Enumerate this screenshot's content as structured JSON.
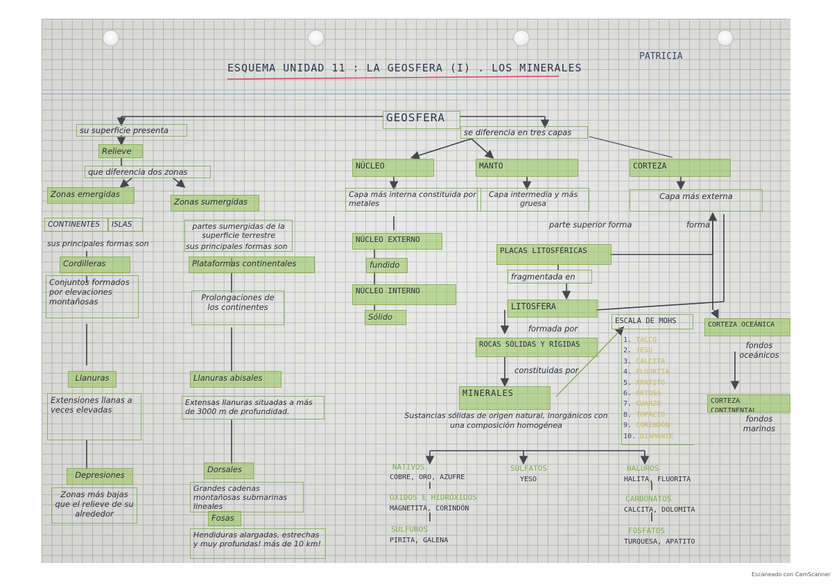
{
  "header": {
    "title": "ESQUEMA UNIDAD 11 : LA GEOSFERA (I) . LOS MINERALES",
    "author": "PATRICIA"
  },
  "footer": {
    "watermark": "Escaneado con CamScanner"
  },
  "root": "GEOSFERA",
  "left": {
    "superficie": "su superficie presenta",
    "relieve": "Relieve",
    "diferencia": "que diferencia dos zonas",
    "emergidas": {
      "title": "Zonas emergidas",
      "continentes": "CONTINENTES",
      "islas": "ISLAS",
      "formas": "sus principales formas son",
      "cordilleras": "Cordilleras",
      "cordilleras_desc": "Conjuntos formados por elevaciones montañosas",
      "llanuras": "Llanuras",
      "llanuras_desc": "Extensiones llanas a veces elevadas",
      "depresiones": "Depresiones",
      "depresiones_desc": "Zonas más bajas que el relieve de su alrededor"
    },
    "sumergidas": {
      "title": "Zonas sumergidas",
      "partes": "partes sumergidas de la superficie terrestre",
      "formas": "sus principales formas son",
      "plataformas": "Plataformas continentales",
      "plataformas_desc": "Prolongaciones de los continentes",
      "abisales": "Llanuras abisales",
      "abisales_desc": "Extensas llanuras situadas a más de 3000 m de profundidad.",
      "dorsales": "Dorsales",
      "dorsales_desc": "Grandes cadenas montañosas submarinas lineales",
      "fosas": "Fosas",
      "fosas_desc": "Hendiduras alargadas, estrechas y muy profundas! más de 10 km!"
    }
  },
  "capas": {
    "label": "se diferencia en tres capas",
    "nucleo": "NÚCLEO",
    "nucleo_desc": "Capa más interna constituida por metales",
    "nucleo_ext": "NÚCLEO EXTERNO",
    "fundido": "fundido",
    "nucleo_int": "NÚCLEO INTERNO",
    "solido": "Sólido",
    "manto": "MANTO",
    "manto_desc": "Capa intermedia y más gruesa",
    "corteza": "CORTEZA",
    "corteza_desc": "Capa más externa",
    "parte_superior": "parte superior forma",
    "forma": "forma",
    "placas": "PLACAS LITOSFÉRICAS",
    "fragmentada": "fragmentada en",
    "litosfera": "LITOSFERA",
    "formada_por": "formada por",
    "rocas": "ROCAS SÓLIDAS Y RÍGIDAS",
    "constituidas": "constituidas por",
    "corteza_oceanica": "CORTEZA OCEÁNICA",
    "fondos_oceanicos": "fondos oceánicos",
    "corteza_continental": "CORTEZA CONTINENTAL",
    "fondos_marinos": "fondos marinos"
  },
  "minerales": {
    "title": "MINERALES",
    "desc": "Sustancias sólidas de origen natural, inorgánicos con una composición homogénea",
    "mohs_title": "ESCALA DE MOHS",
    "mohs": [
      {
        "n": "1.",
        "name": "TALCO"
      },
      {
        "n": "2.",
        "name": "YESO"
      },
      {
        "n": "3.",
        "name": "CALCITA"
      },
      {
        "n": "4.",
        "name": "FLUORITA"
      },
      {
        "n": "5.",
        "name": "APATITO"
      },
      {
        "n": "6.",
        "name": "ORTOSA"
      },
      {
        "n": "7.",
        "name": "CUARZO"
      },
      {
        "n": "8.",
        "name": "TOPACIO"
      },
      {
        "n": "9.",
        "name": "CORINDÓN"
      },
      {
        "n": "10.",
        "name": "DIAMANTE"
      }
    ],
    "nativos": "NATIVOS",
    "nativos_ex": "COBRE, ORO, AZUFRE",
    "oxidos": "ÓXIDOS E HIDRÓXIDOS",
    "oxidos_ex": "MAGNETITA, CORINDÓN",
    "sulfuros": "SULFUROS",
    "sulfuros_ex": "PIRITA, GALENA",
    "sulfatos": "SULFATOS",
    "sulfatos_ex": "YESO",
    "haluros": "HALUROS",
    "haluros_ex": "HALITA, FLUORITA",
    "carbonatos": "CARBONATOS",
    "carbonatos_ex": "CALCITA, DOLOMITA",
    "fosfatos": "FOSFATOS",
    "fosfatos_ex": "TURQUESA, APATITO"
  },
  "colors": {
    "highlighter": "#96c45a",
    "ink": "#2a2f3c",
    "title_underline": "#d24a6a",
    "arrows": "#555a60"
  }
}
